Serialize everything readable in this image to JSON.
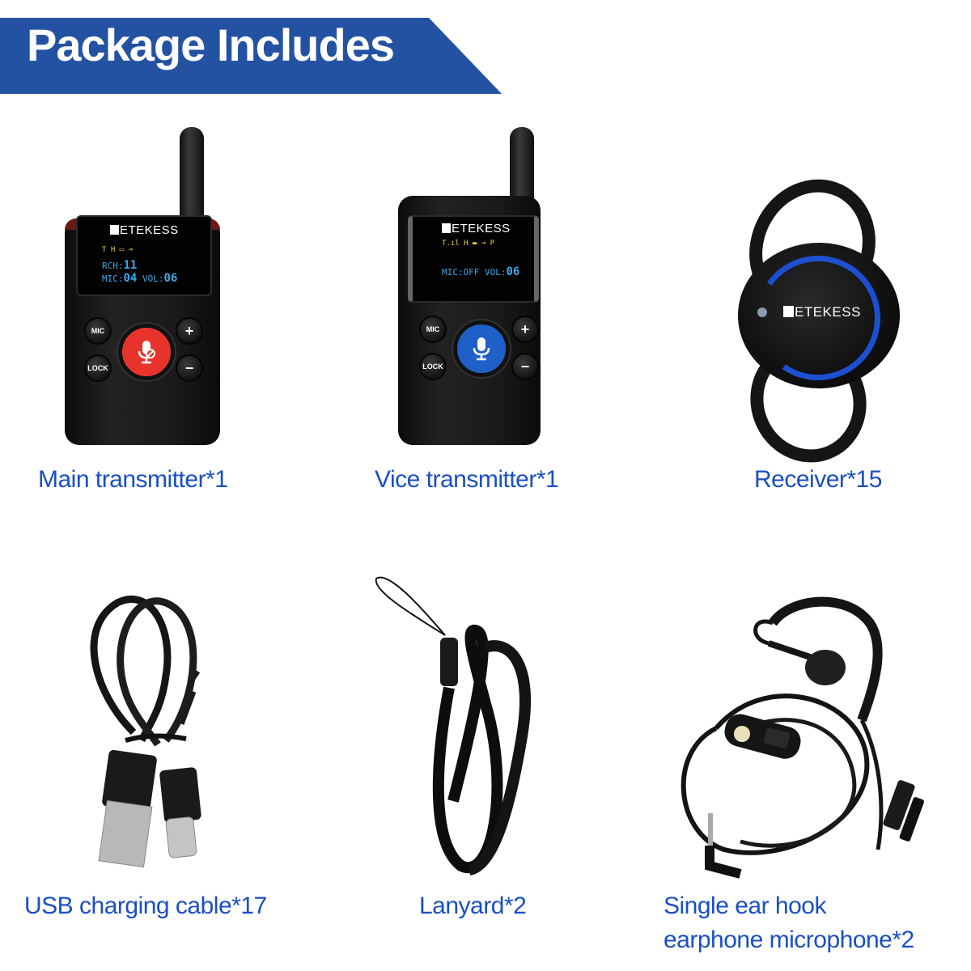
{
  "banner": {
    "title": "Package Includes",
    "color": "#2452a3"
  },
  "colors": {
    "caption": "#1a4fc4",
    "ptt_main": "#e8342c",
    "ptt_vice": "#1f5fc8",
    "receiver_ring": "#1d4fd1",
    "lcd_text": "#3aa8e8",
    "lcd_status": "#e8d830"
  },
  "items": [
    {
      "caption": "Main transmitter*1",
      "brand": "ETEKESS",
      "screen": {
        "status": "T     H ▭ ⊸",
        "line1_label": "RCH:",
        "line1_value": "11",
        "line2_label": "MIC:",
        "line2_value": "04",
        "line3_label": "VOL:",
        "line3_value": "06"
      },
      "buttons": {
        "mic": "MIC",
        "lock": "LOCK",
        "plus": "+",
        "minus": "−"
      },
      "ptt_icon": "mic-muted-icon"
    },
    {
      "caption": "Vice transmitter*1",
      "brand": "ETEKESS",
      "screen": {
        "status": "T.ıl  H ▬ ⊸ P",
        "line1_label": "MIC:OFF",
        "line2_label": "VOL:",
        "line2_value": "06"
      },
      "buttons": {
        "mic": "MIC",
        "lock": "LOCK",
        "plus": "+",
        "minus": "−"
      },
      "ptt_icon": "mic-icon"
    },
    {
      "caption": "Receiver*15",
      "brand": "ETEKESS"
    },
    {
      "caption": "USB charging cable*17"
    },
    {
      "caption": "Lanyard*2"
    },
    {
      "caption_line1": "Single ear hook",
      "caption_line2": "earphone microphone*2"
    }
  ]
}
